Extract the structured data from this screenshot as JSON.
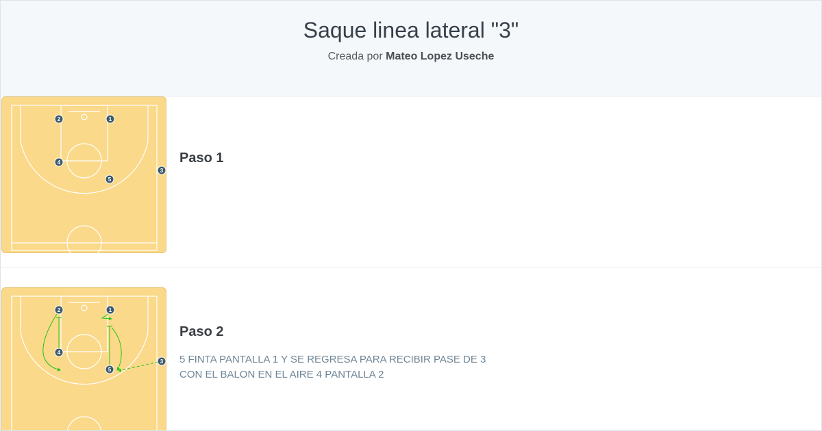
{
  "header": {
    "title": "Saque linea lateral \"3\"",
    "created_by_label": "Creada por",
    "author": "Mateo Lopez Useche"
  },
  "steps": [
    {
      "title": "Paso 1",
      "description": "",
      "players": [
        "1",
        "2",
        "3",
        "4",
        "5"
      ]
    },
    {
      "title": "Paso 2",
      "description_lines": [
        "5 FINTA PANTALLA 1 Y SE REGRESA PARA RECIBIR PASE DE 3",
        "CON EL BALON EN EL AIRE 4 PANTALLA 2"
      ],
      "players": [
        "1",
        "2",
        "3",
        "4",
        "5"
      ]
    }
  ],
  "colors": {
    "court_fill": "#fbd98a",
    "court_lines": "#ffffff",
    "player_fill": "#3d5a6b",
    "movement_arrow": "#22c41a"
  }
}
